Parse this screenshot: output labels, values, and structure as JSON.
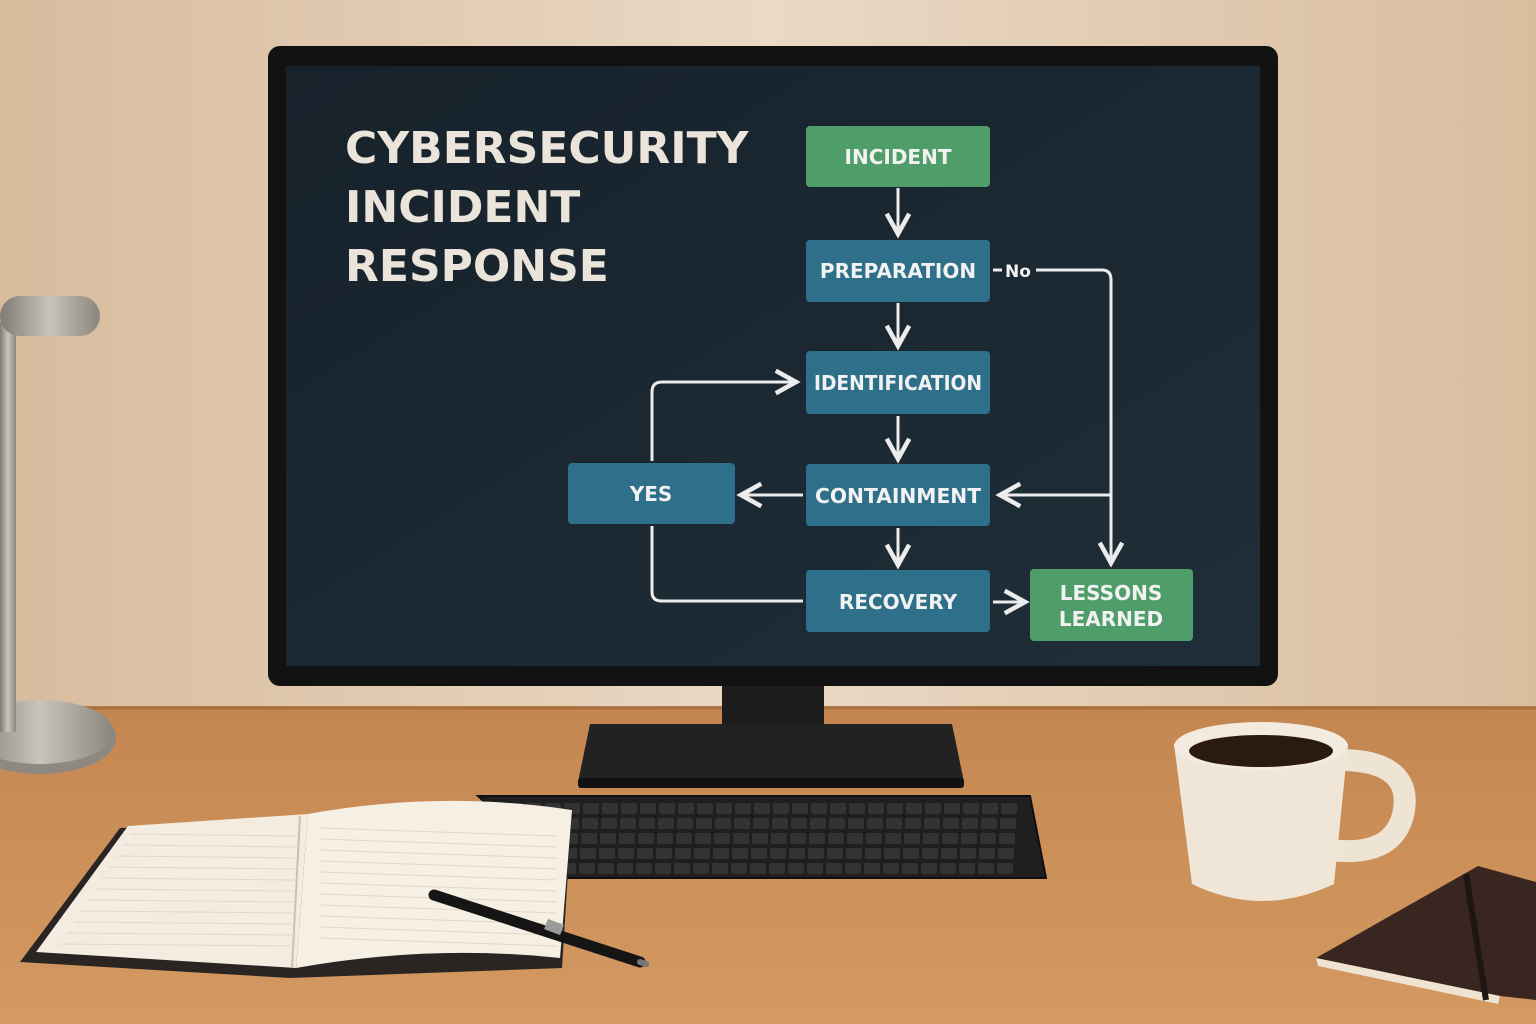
{
  "screen": {
    "title_lines": [
      "CYBERSECURITY",
      "INCIDENT",
      "RESPONSE"
    ]
  },
  "flowchart": {
    "nodes": {
      "incident": {
        "label": "INCIDENT"
      },
      "preparation": {
        "label": "PREPARATION"
      },
      "identification": {
        "label": "IDENTIFICATION"
      },
      "containment": {
        "label": "CONTAINMENT"
      },
      "yes": {
        "label": "YES"
      },
      "recovery": {
        "label": "RECOVERY"
      },
      "lessons_learned": {
        "label_lines": [
          "LESSONS",
          "LEARNED"
        ]
      }
    },
    "edge_labels": {
      "no": "No"
    }
  },
  "colors": {
    "green_node": "#4f9d69",
    "teal_node": "#2e6f8a",
    "screen_bg": "#1a2630",
    "arrow": "#ececec",
    "wall": "#e2cdb6",
    "desk": "#c98d57"
  }
}
